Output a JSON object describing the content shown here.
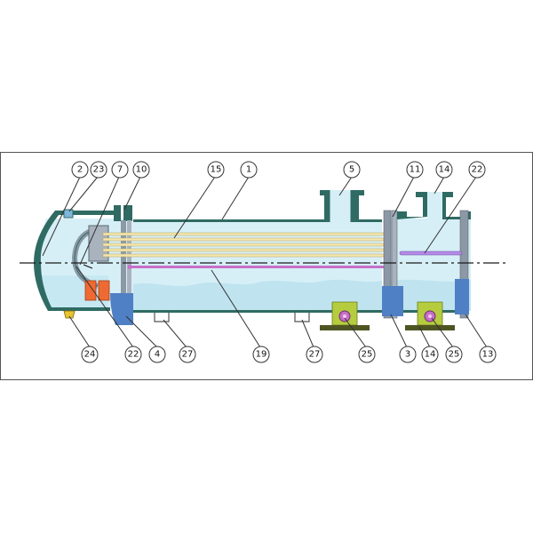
{
  "diagram": {
    "colors": {
      "shell_wall": "#2f6b63",
      "liquid": "#c6e8f2",
      "vapor_space": "#d6eff7",
      "tube_bundle": "#f5e7b0",
      "tube_sheet": "#8c98a6",
      "flange_blue": "#4f7fc4",
      "saddle": "#b5cc3f",
      "saddle_base": "#4f5522",
      "heater_orange": "#ef6a32",
      "pipe_pink": "#c86fc9",
      "fitting_yellow": "#e7c531",
      "centerline": "#1a1a1a",
      "callout_stroke": "#333333"
    },
    "callouts": [
      {
        "id": "c2",
        "label": "2"
      },
      {
        "id": "c23",
        "label": "23"
      },
      {
        "id": "c7",
        "label": "7"
      },
      {
        "id": "c10",
        "label": "10"
      },
      {
        "id": "c15",
        "label": "15"
      },
      {
        "id": "c1",
        "label": "1"
      },
      {
        "id": "c5",
        "label": "5"
      },
      {
        "id": "c11",
        "label": "11"
      },
      {
        "id": "c14a",
        "label": "14"
      },
      {
        "id": "c22a",
        "label": "22"
      },
      {
        "id": "c24",
        "label": "24"
      },
      {
        "id": "c22b",
        "label": "22"
      },
      {
        "id": "c4",
        "label": "4"
      },
      {
        "id": "c27a",
        "label": "27"
      },
      {
        "id": "c19",
        "label": "19"
      },
      {
        "id": "c27b",
        "label": "27"
      },
      {
        "id": "c25a",
        "label": "25"
      },
      {
        "id": "c3",
        "label": "3"
      },
      {
        "id": "c14b",
        "label": "14"
      },
      {
        "id": "c25b",
        "label": "25"
      },
      {
        "id": "c13",
        "label": "13"
      }
    ]
  }
}
